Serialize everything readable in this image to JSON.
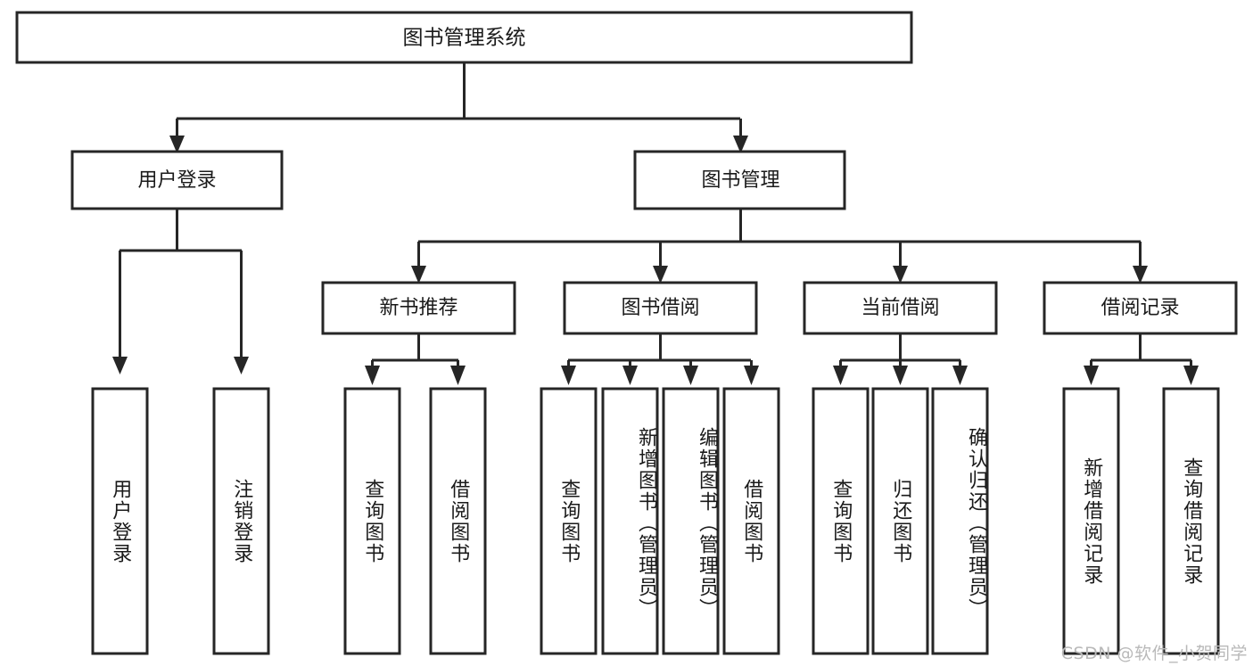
{
  "diagram": {
    "title": "图书管理系统",
    "type": "tree",
    "orientation": "top-down",
    "colors": {
      "stroke": "#262626",
      "fill": "#ffffff",
      "text": "#1a1a1a",
      "watermark": "#b9b9b9",
      "background": "#ffffff"
    },
    "root": {
      "label": "图书管理系统"
    },
    "level2": [
      {
        "label": "用户登录"
      },
      {
        "label": "图书管理"
      }
    ],
    "level3": [
      {
        "label": "新书推荐"
      },
      {
        "label": "图书借阅"
      },
      {
        "label": "当前借阅"
      },
      {
        "label": "借阅记录"
      }
    ],
    "leaves": {
      "user_login": [
        {
          "label": "用户登录"
        },
        {
          "label": "注销登录"
        }
      ],
      "new_book_recommend": [
        {
          "label": "查询图书"
        },
        {
          "label": "借阅图书"
        }
      ],
      "book_borrow": [
        {
          "label": "查询图书"
        },
        {
          "label": "新增图书（管理员）"
        },
        {
          "label": "编辑图书（管理员）"
        },
        {
          "label": "借阅图书"
        }
      ],
      "current_borrow": [
        {
          "label": "查询图书"
        },
        {
          "label": "归还图书"
        },
        {
          "label": "确认归还（管理员）"
        }
      ],
      "borrow_record": [
        {
          "label": "新增借阅记录"
        },
        {
          "label": "查询借阅记录"
        }
      ]
    },
    "watermark": "CSDN @软件_小贺同学"
  }
}
